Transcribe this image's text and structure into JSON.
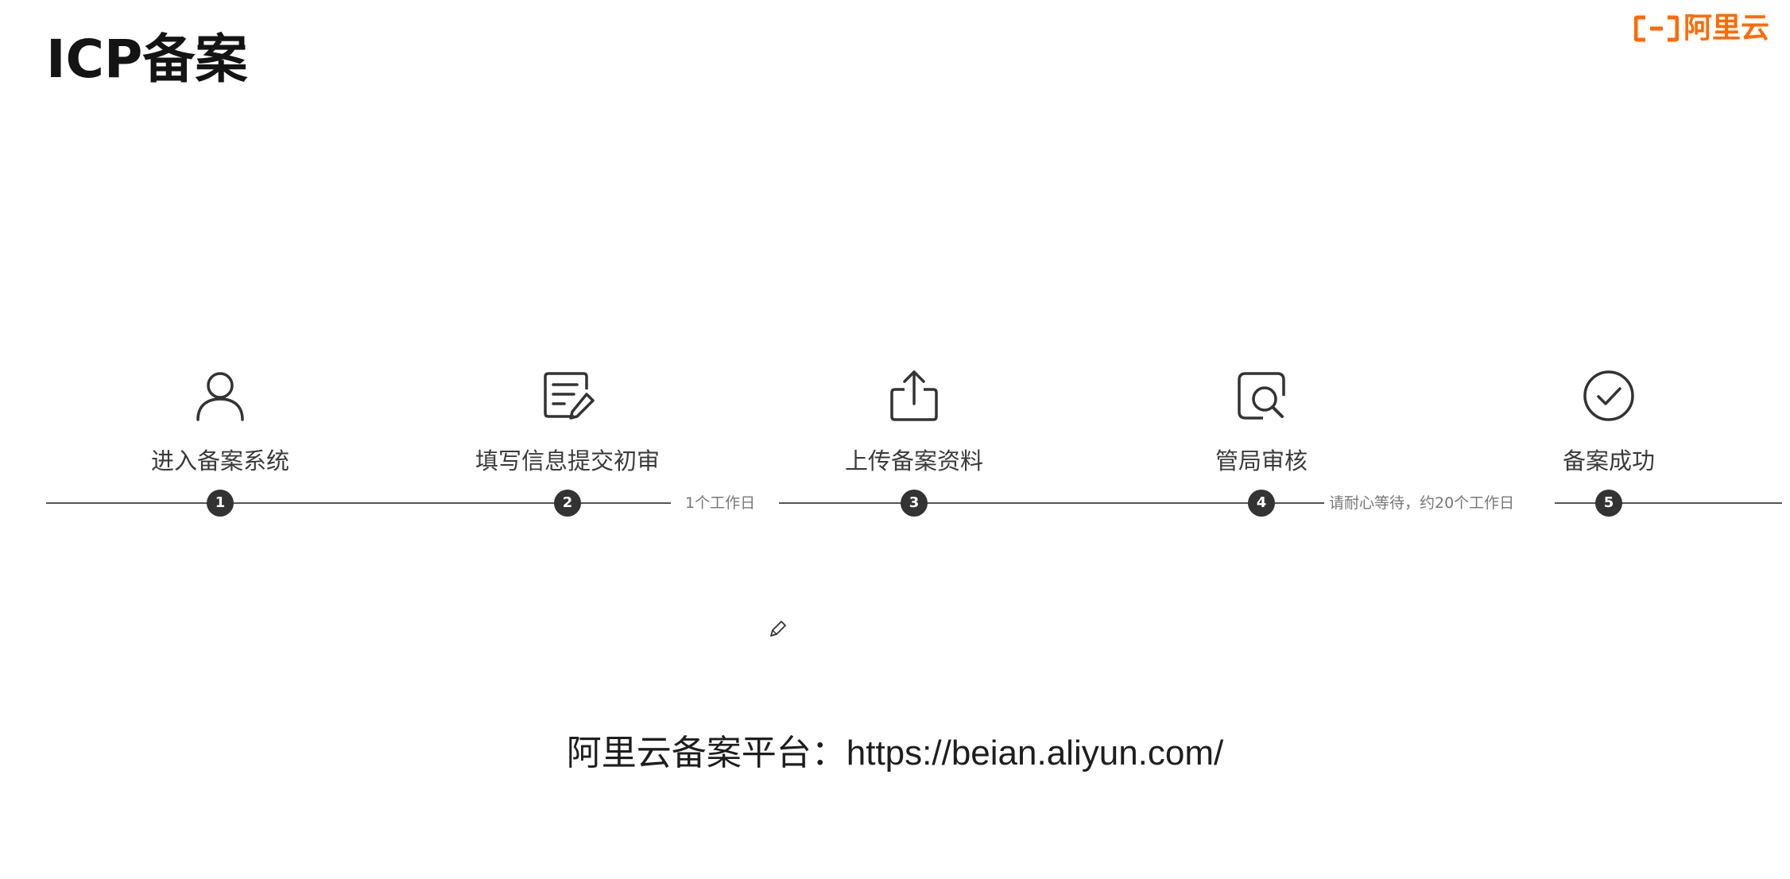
{
  "header": {
    "title": "ICP备案",
    "brand_text": "阿里云",
    "brand_icon": "aliyun-logo-icon",
    "brand_color": "#ff6a00"
  },
  "timeline": {
    "steps": [
      {
        "number": "1",
        "label": "进入备案系统",
        "icon": "user-icon"
      },
      {
        "number": "2",
        "label": "填写信息提交初审",
        "icon": "edit-form-icon"
      },
      {
        "number": "3",
        "label": "上传备案资料",
        "icon": "upload-icon"
      },
      {
        "number": "4",
        "label": "管局审核",
        "icon": "review-search-icon"
      },
      {
        "number": "5",
        "label": "备案成功",
        "icon": "check-circle-icon"
      }
    ],
    "notes": {
      "after_step_2": "1个工作日",
      "after_step_4": "请耐心等待，约20个工作日"
    }
  },
  "footer": {
    "platform_label": "阿里云备案平台：",
    "platform_url": "https://beian.aliyun.com/"
  }
}
